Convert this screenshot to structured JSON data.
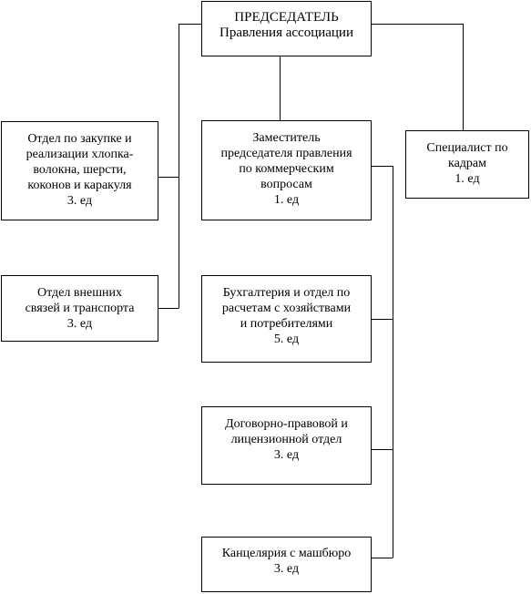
{
  "chart": {
    "chairman": {
      "lines": [
        "ПРЕДСЕДАТЕЛЬ",
        "Правления ассоциации"
      ]
    },
    "deputy": {
      "lines": [
        "Заместитель",
        "председателя правления",
        "по коммерческим",
        "вопросам",
        "1. ед"
      ]
    },
    "hr_specialist": {
      "lines": [
        "Специалист по",
        "кадрам",
        "1. ед"
      ]
    },
    "purchase_dept": {
      "lines": [
        "Отдел по закупке и",
        "реализации хлопка-",
        "волокна, шерсти,",
        "коконов  и каракуля",
        "3. ед"
      ]
    },
    "external_dept": {
      "lines": [
        "Отдел внешних",
        "связей и транспорта",
        "3. ед"
      ]
    },
    "accounting_dept": {
      "lines": [
        "Бухгалтерия и отдел по",
        "расчетам с хозяйствами",
        "и потребителями",
        "5. ед"
      ]
    },
    "legal_dept": {
      "lines": [
        "Договорно-правовой и",
        "лицензионной отдел",
        "3. ед"
      ]
    },
    "office": {
      "lines": [
        "Канцелярия с машбюро",
        "3. ед"
      ]
    }
  }
}
